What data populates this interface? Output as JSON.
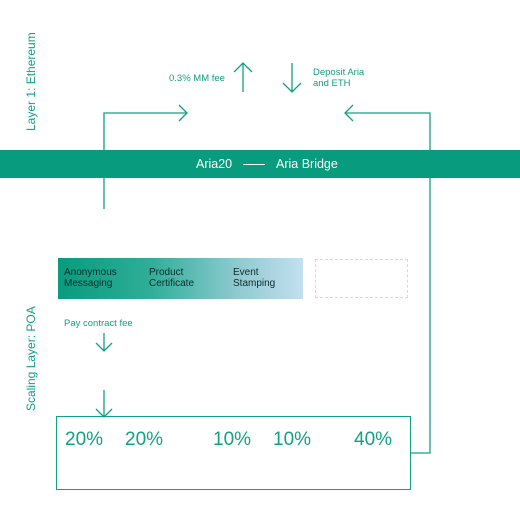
{
  "layers": {
    "layer1_label": "Layer 1: Ethereum",
    "scaling_label": "Scaling Layer: POA"
  },
  "flows": {
    "mm_fee": "0.3% MM fee",
    "deposit_line1": "Deposit Aria",
    "deposit_line2": "and ETH",
    "pay_fee": "Pay contract fee"
  },
  "bridge": {
    "left_label": "Aria20",
    "right_label": "Aria Bridge"
  },
  "services": [
    {
      "line1": "Anonymous",
      "line2": "Messaging"
    },
    {
      "line1": "Product",
      "line2": "Certificate"
    },
    {
      "line1": "Event",
      "line2": "Stamping"
    }
  ],
  "distribution": [
    "20%",
    "20%",
    "10%",
    "10%",
    "40%"
  ],
  "colors": {
    "accent": "#13a083",
    "band": "#089b7d",
    "gradient_end": "#c3dff0",
    "dashed_border": "#c4dff0"
  }
}
